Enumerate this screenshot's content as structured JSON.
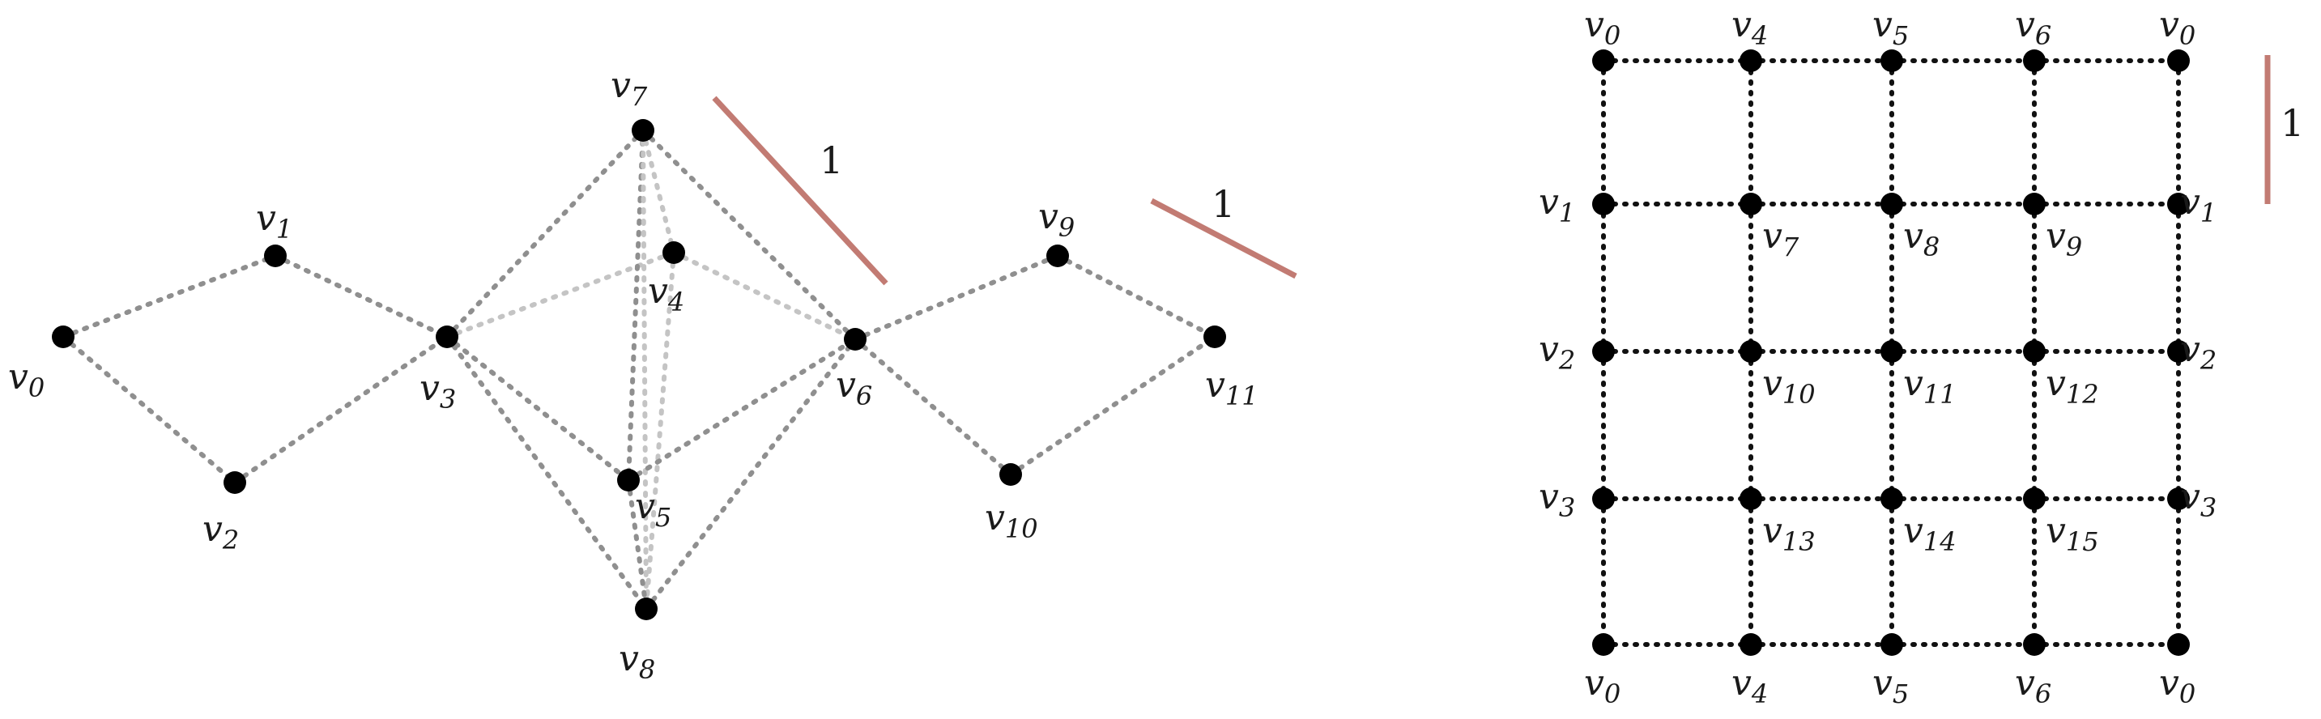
{
  "figure_left": {
    "vertices": [
      {
        "id": "v0",
        "base": "v",
        "sub": "0"
      },
      {
        "id": "v1",
        "base": "v",
        "sub": "1"
      },
      {
        "id": "v2",
        "base": "v",
        "sub": "2"
      },
      {
        "id": "v3",
        "base": "v",
        "sub": "3"
      },
      {
        "id": "v4",
        "base": "v",
        "sub": "4"
      },
      {
        "id": "v5",
        "base": "v",
        "sub": "5"
      },
      {
        "id": "v6",
        "base": "v",
        "sub": "6"
      },
      {
        "id": "v7",
        "base": "v",
        "sub": "7"
      },
      {
        "id": "v8",
        "base": "v",
        "sub": "8"
      },
      {
        "id": "v9",
        "base": "v",
        "sub": "9"
      },
      {
        "id": "v10",
        "base": "v",
        "sub": "10"
      },
      {
        "id": "v11",
        "base": "v",
        "sub": "11"
      }
    ],
    "edges": [
      {
        "from": "v0",
        "to": "v1",
        "shade": "dark"
      },
      {
        "from": "v0",
        "to": "v2",
        "shade": "dark"
      },
      {
        "from": "v1",
        "to": "v3",
        "shade": "dark"
      },
      {
        "from": "v2",
        "to": "v3",
        "shade": "dark"
      },
      {
        "from": "v3",
        "to": "v7",
        "shade": "dark"
      },
      {
        "from": "v3",
        "to": "v5",
        "shade": "dark"
      },
      {
        "from": "v3",
        "to": "v8",
        "shade": "dark"
      },
      {
        "from": "v3",
        "to": "v4",
        "shade": "light"
      },
      {
        "from": "v7",
        "to": "v6",
        "shade": "dark"
      },
      {
        "from": "v7",
        "to": "v5",
        "shade": "dark"
      },
      {
        "from": "v7",
        "to": "v8",
        "shade": "light"
      },
      {
        "from": "v7",
        "to": "v4",
        "shade": "light"
      },
      {
        "from": "v4",
        "to": "v6",
        "shade": "light"
      },
      {
        "from": "v4",
        "to": "v8",
        "shade": "light"
      },
      {
        "from": "v5",
        "to": "v6",
        "shade": "dark"
      },
      {
        "from": "v5",
        "to": "v8",
        "shade": "dark"
      },
      {
        "from": "v8",
        "to": "v6",
        "shade": "dark"
      },
      {
        "from": "v6",
        "to": "v9",
        "shade": "dark"
      },
      {
        "from": "v6",
        "to": "v10",
        "shade": "dark"
      },
      {
        "from": "v9",
        "to": "v11",
        "shade": "dark"
      },
      {
        "from": "v10",
        "to": "v11",
        "shade": "dark"
      }
    ],
    "scale_bars": [
      {
        "label": "1"
      },
      {
        "label": "1"
      }
    ]
  },
  "figure_right": {
    "grid_labels": [
      [
        "v0",
        "v4",
        "v5",
        "v6",
        "v0"
      ],
      [
        "v1",
        "v7",
        "v8",
        "v9",
        "v1"
      ],
      [
        "v2",
        "v10",
        "v11",
        "v12",
        "v2"
      ],
      [
        "v3",
        "v13",
        "v14",
        "v15",
        "v3"
      ],
      [
        "v0",
        "v4",
        "v5",
        "v6",
        "v0"
      ]
    ],
    "scale_bar": {
      "label": "1"
    }
  },
  "colors": {
    "vertex": "#000000",
    "edge_dark": "#8f8f8f",
    "edge_light": "#c4c4c4",
    "grid_edge": "#111111",
    "scale_bar": "#c27b73"
  }
}
